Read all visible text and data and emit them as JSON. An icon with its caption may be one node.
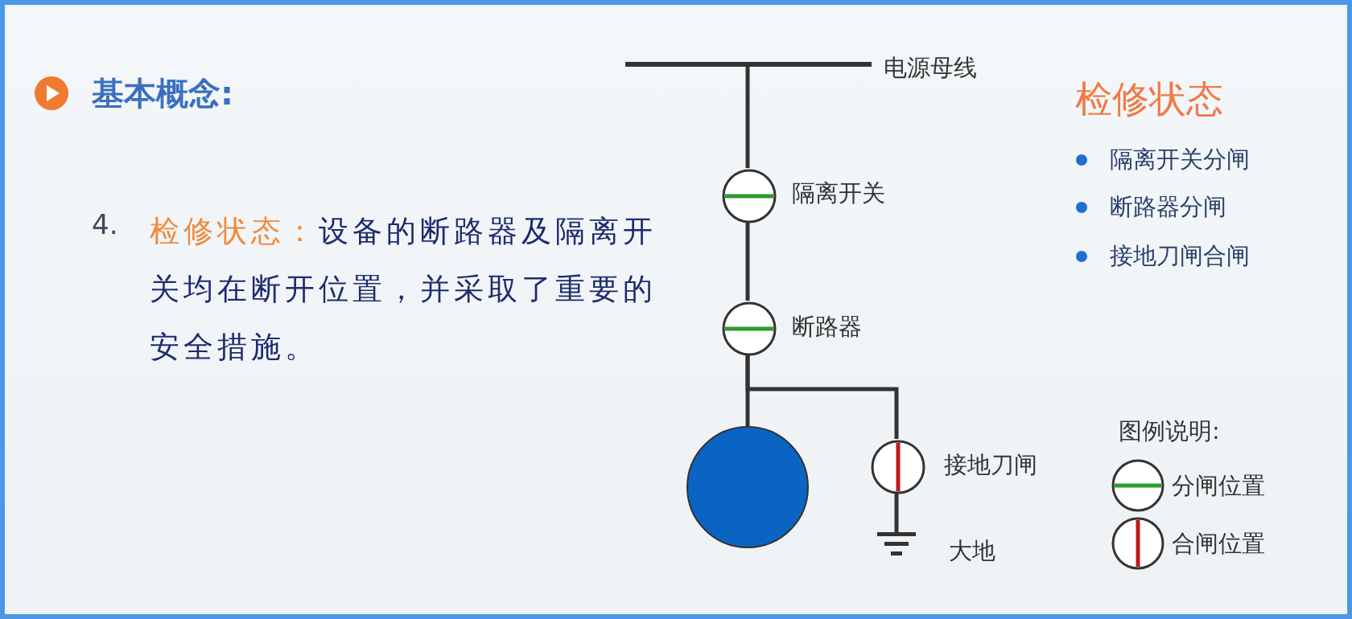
{
  "diagram": {
    "title": "基本概念:",
    "nodes": [
      {
        "text": [],
        "shape": "bar",
        "beside": [
          "电源母线"
        ]
      },
      {
        "text": [],
        "shape": "circle",
        "beside": [
          "隔离开关"
        ]
      },
      {
        "text": [],
        "shape": "circle",
        "beside": [
          "断路器"
        ]
      },
      {
        "text": [],
        "shape": "circle"
      },
      {
        "text": [],
        "shape": "circle",
        "beside": [
          "接地刀闸"
        ]
      },
      {
        "text": [],
        "shape": "ground",
        "beside": [
          "大地"
        ]
      }
    ],
    "edges": [
      {
        "from": 0,
        "to": 1,
        "arrow": "none"
      },
      {
        "from": 1,
        "to": 2,
        "arrow": "none"
      },
      {
        "from": 2,
        "to": 3,
        "arrow": "none"
      },
      {
        "from": 2,
        "to": 4,
        "arrow": "none"
      },
      {
        "from": 4,
        "to": 5,
        "arrow": "none"
      }
    ],
    "labels": [
      "4.",
      "检修状态：",
      "设备的断路器及隔离开关均在断开位置，并采取了重要的安全措施。",
      "检修状态",
      "隔离开关分闸",
      "断路器分闸",
      "接地刀闸合闸",
      "图例说明:"
    ],
    "legend": [
      {
        "text": "分闸位置"
      },
      {
        "text": "合闸位置"
      }
    ]
  }
}
